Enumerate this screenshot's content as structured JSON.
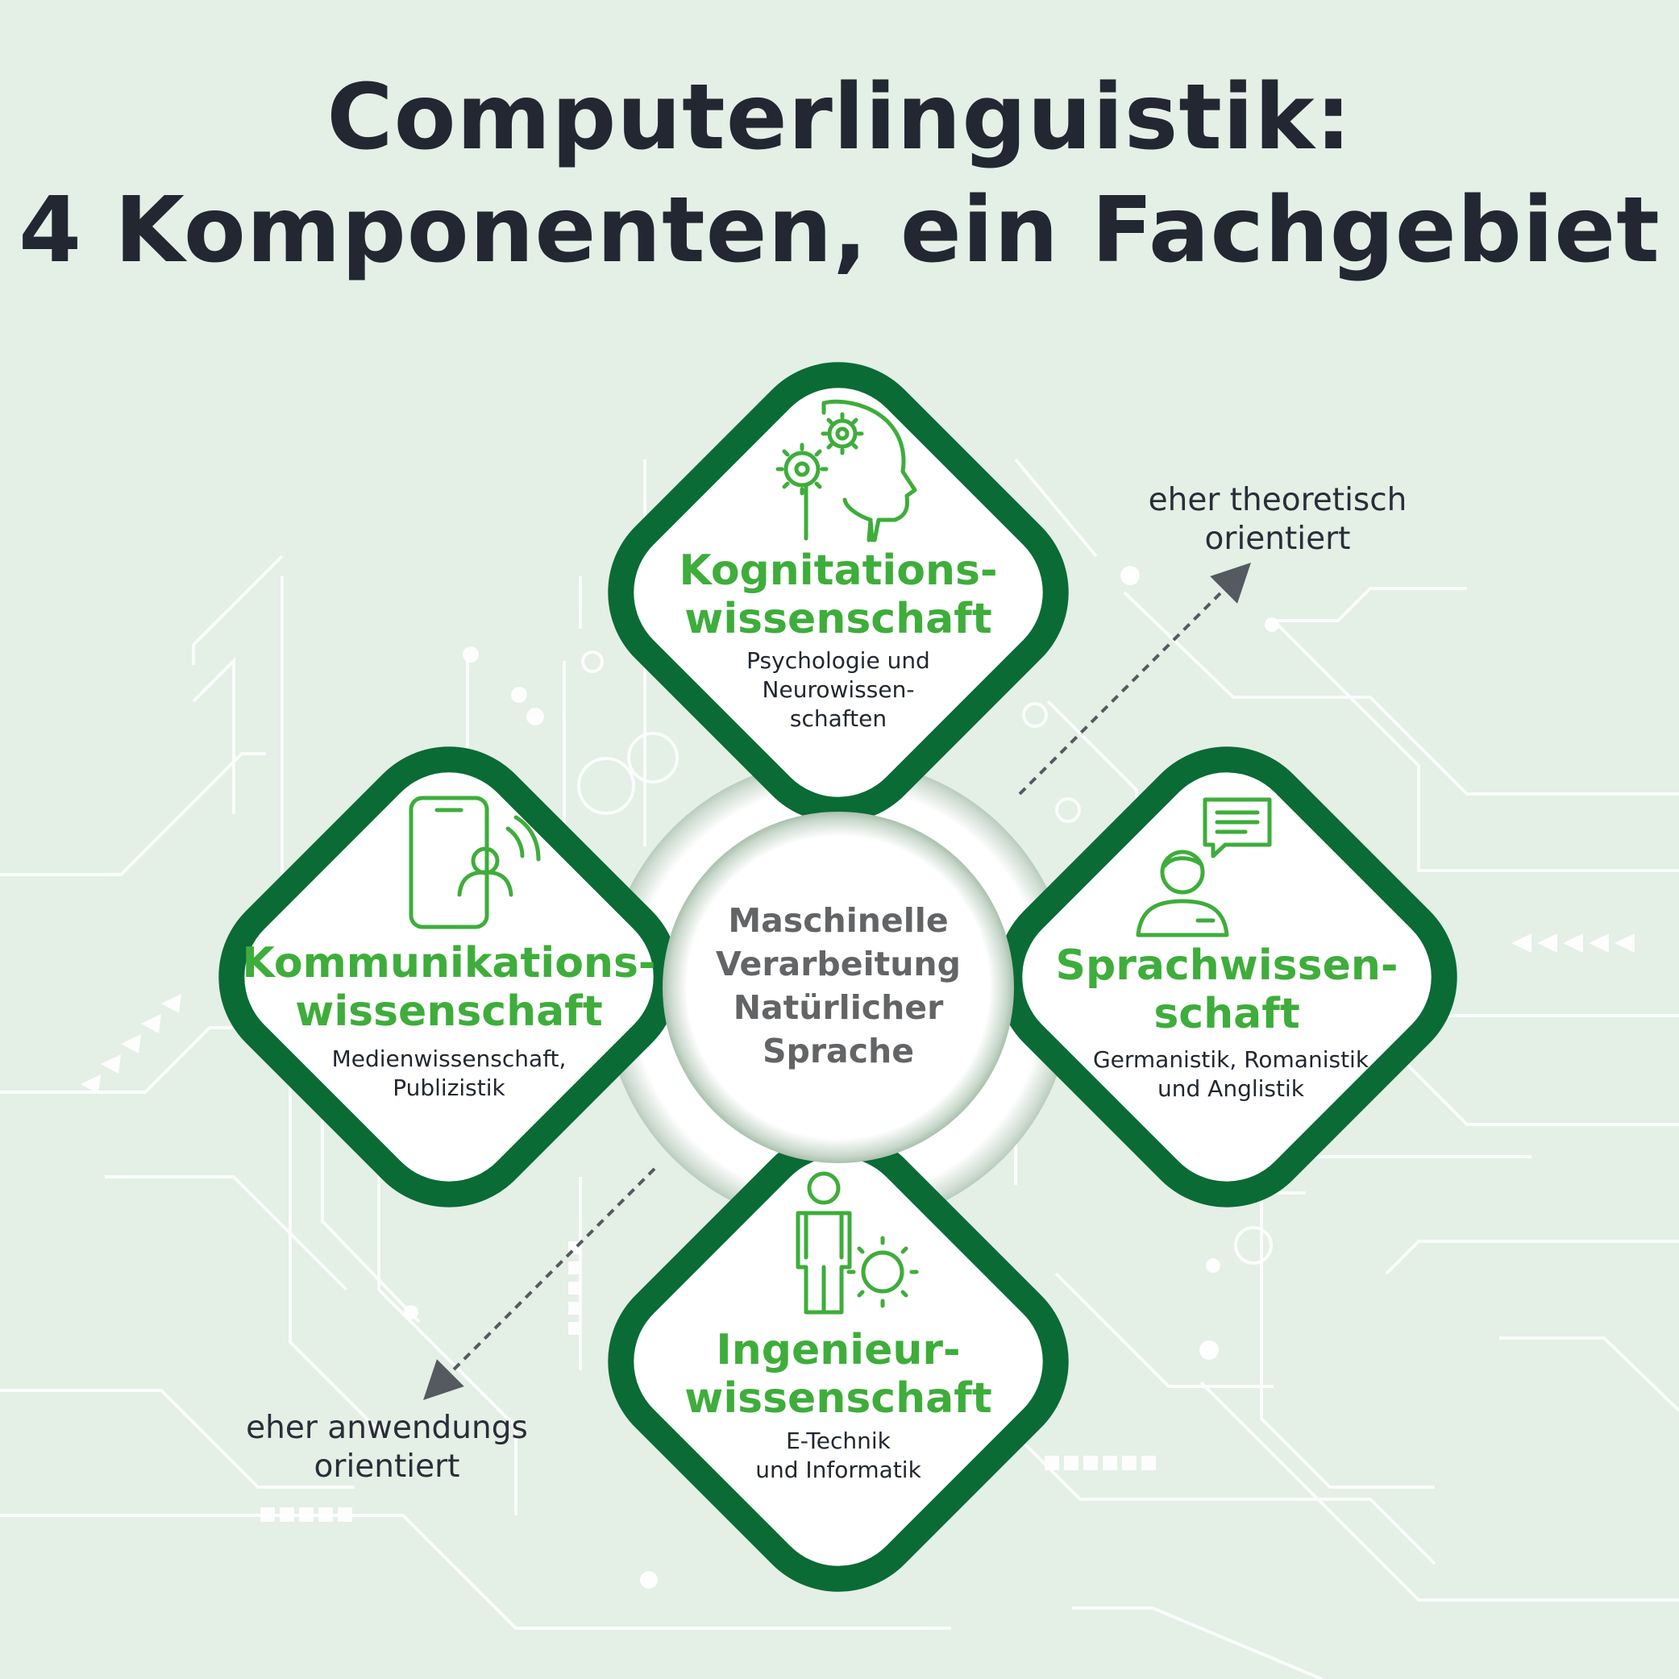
{
  "title": {
    "line1": "Computerlinguistik:",
    "line2": "4 Komponenten, ein Fachgebiet"
  },
  "center": {
    "lines": [
      "Maschinelle",
      "Verarbeitung",
      "Natürlicher",
      "Sprache"
    ]
  },
  "components": {
    "top": {
      "icon": "head-gears-icon",
      "title_lines": [
        "Kognitations-",
        "wissenschaft"
      ],
      "subtitle_lines": [
        "Psychologie und",
        "Neurowissen-",
        "schaften"
      ]
    },
    "left": {
      "icon": "smartphone-user-icon",
      "title_lines": [
        "Kommunikations-",
        "wissenschaft"
      ],
      "subtitle_lines": [
        "Medienwissenschaft,",
        "Publizistik"
      ]
    },
    "right": {
      "icon": "speaker-chat-icon",
      "title_lines": [
        "Sprachwissen-",
        "schaft"
      ],
      "subtitle_lines": [
        "Germanistik, Romanistik",
        "und Anglistik"
      ]
    },
    "bottom": {
      "icon": "person-gear-icon",
      "title_lines": [
        "Ingenieur-",
        "wissenschaft"
      ],
      "subtitle_lines": [
        "E-Technik",
        "und Informatik"
      ]
    }
  },
  "axis_labels": {
    "theoretical": [
      "eher theoretisch",
      "orientiert"
    ],
    "applied": [
      "eher anwendungs",
      "orientiert"
    ]
  },
  "colors": {
    "background": "#e4efe6",
    "diamond_border": "#0a6b35",
    "title_green": "#3ead3b",
    "heading_dark": "#222732",
    "center_text": "#636466"
  }
}
